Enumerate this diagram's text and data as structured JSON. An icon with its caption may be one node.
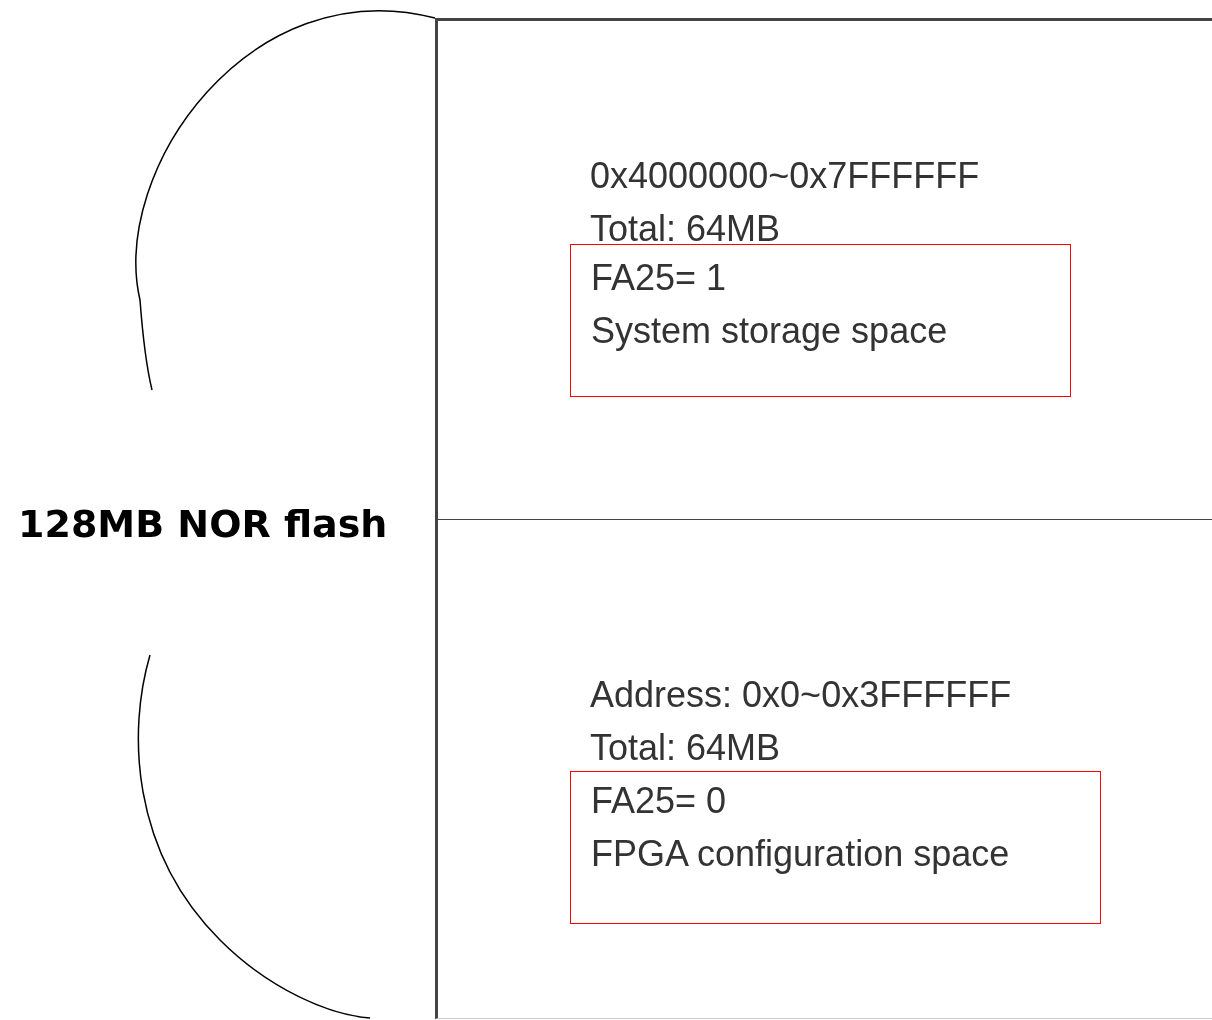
{
  "diagram": {
    "nodes": [
      {
        "text": [
          "0x4000000~0x7FFFFFF",
          "Total: 64MB"
        ]
      },
      {
        "text": [
          "FA25= 1",
          "System storage space"
        ],
        "in": 0
      },
      {
        "text": [
          "Address: 0x0~0x3FFFFFF",
          "Total: 64MB"
        ]
      },
      {
        "text": [
          "FA25= 0",
          "FPGA configuration space"
        ],
        "in": 2
      }
    ],
    "labels": [
      "128MB NOR flash"
    ]
  }
}
